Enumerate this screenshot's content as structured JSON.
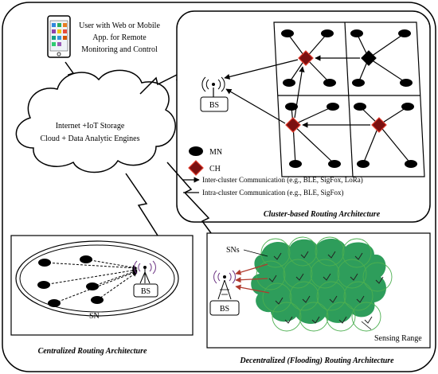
{
  "user_app": {
    "line1": "User with Web or Mobile",
    "line2": "App. for Remote",
    "line3": "Monitoring and Control"
  },
  "cloud": {
    "line1": "Internet +IoT Storage",
    "line2": "Cloud + Data Analytic Engines"
  },
  "cluster": {
    "bs_label": "BS",
    "legend_mn": "MN",
    "legend_ch": "CH",
    "legend_inter": "Inter-cluster Communication  (e.g., BLE, SigFox, LoRa)",
    "legend_intra": "Intra-cluster Communication (e.g., BLE, SigFox)",
    "caption": "Cluster-based Routing Architecture"
  },
  "centralized": {
    "bs_label": "BS",
    "sn_label": "SN",
    "caption": "Centralized Routing Architecture"
  },
  "decentralized": {
    "bs_label": "BS",
    "sns_label": "SNs",
    "sensing_label": "Sensing Range",
    "caption": "Decentralized (Flooding) Routing Architecture"
  },
  "colors": {
    "line": "#000000",
    "ch_fill": "#8b1a1a",
    "ch_stroke": "#c0392b",
    "green": "#2e9d5b",
    "green_ring": "#4caf50",
    "sn_arrow": "#c0392b"
  }
}
